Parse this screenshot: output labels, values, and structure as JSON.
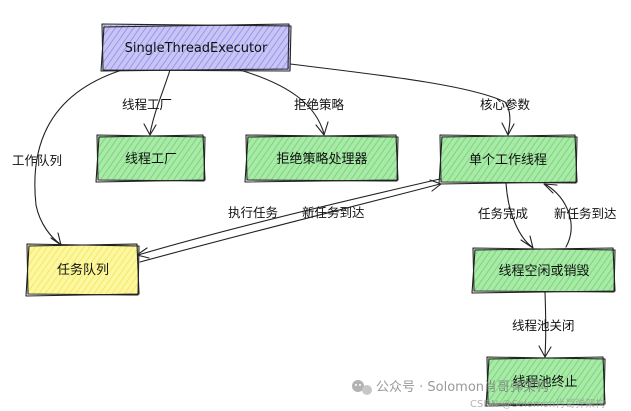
{
  "colors": {
    "executor_fill": "#b9b6f2",
    "component_fill": "#9be39b",
    "queue_fill": "#fbf48e",
    "stroke": "#222222",
    "watermark": "#777777"
  },
  "nodes": {
    "executor": "SingleThreadExecutor",
    "thread_factory": "线程工厂",
    "rejection_handler": "拒绝策略处理器",
    "worker_thread": "单个工作线程",
    "task_queue": "任务队列",
    "thread_idle_or_destroy": "线程空闲或销毁",
    "pool_terminated": "线程池终止"
  },
  "edges": {
    "work_queue": "工作队列",
    "thread_factory": "线程工厂",
    "rejection_policy": "拒绝策略",
    "core_params": "核心参数",
    "execute_task": "执行任务",
    "new_task_arrives_left": "新任务到达",
    "task_complete": "任务完成",
    "new_task_arrives_right": "新任务到达",
    "pool_shutdown": "线程池关闭"
  },
  "watermark": {
    "icon": "wechat-icon",
    "text": "公众号 · Solomon肖哥弹架构",
    "small_text": "CSDN @Solomon肖哥弹架构"
  }
}
